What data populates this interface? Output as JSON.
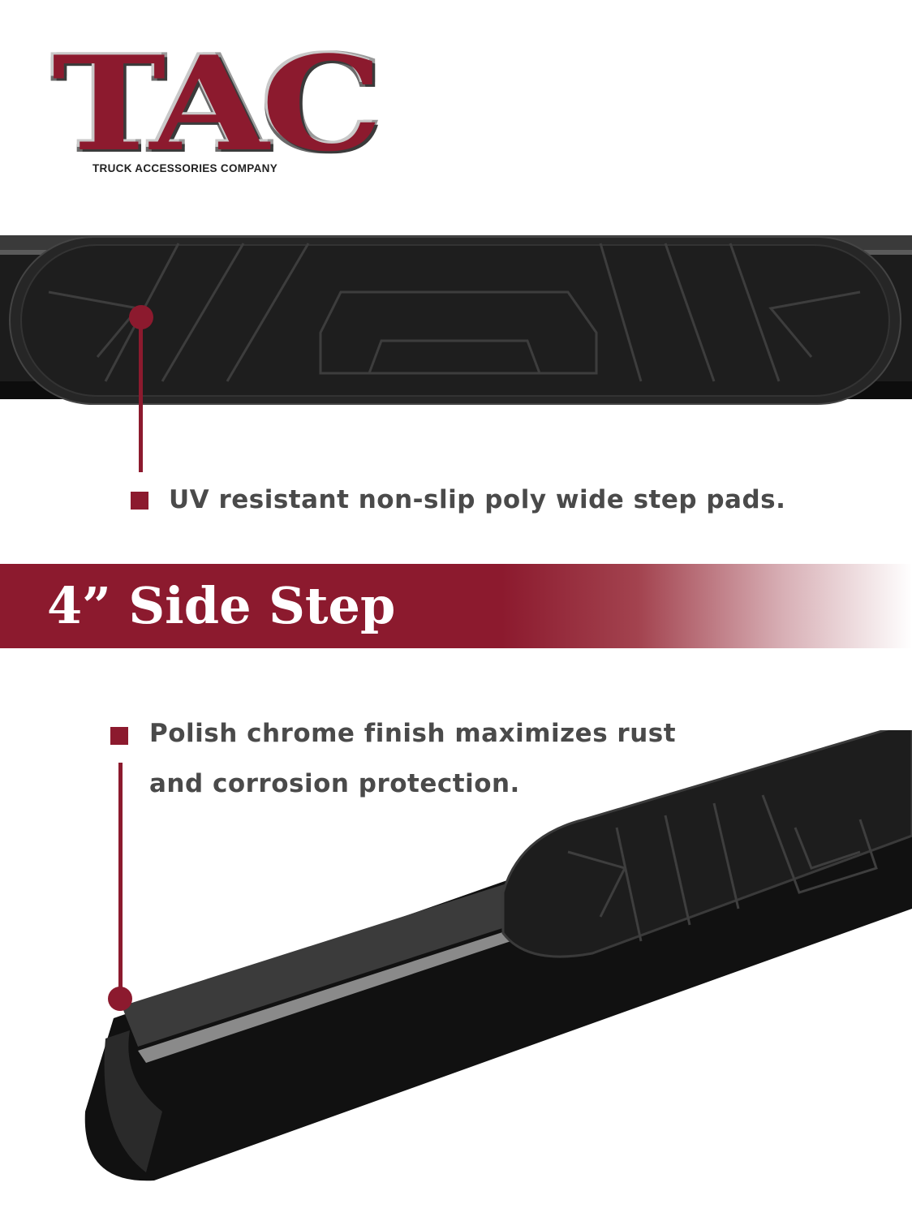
{
  "brand": {
    "logo_letters": "TAC",
    "tagline": "TRUCK ACCESSORIES COMPANY"
  },
  "features": {
    "step_pad": "UV resistant non-slip poly wide step pads.",
    "finish_line1": "Polish chrome finish maximizes rust",
    "finish_line2": "and corrosion protection."
  },
  "banner": {
    "title": "4” Side Step"
  },
  "colors": {
    "accent": "#8c1a2e",
    "text": "#4a4a4a",
    "product": "#1a1a1a"
  }
}
